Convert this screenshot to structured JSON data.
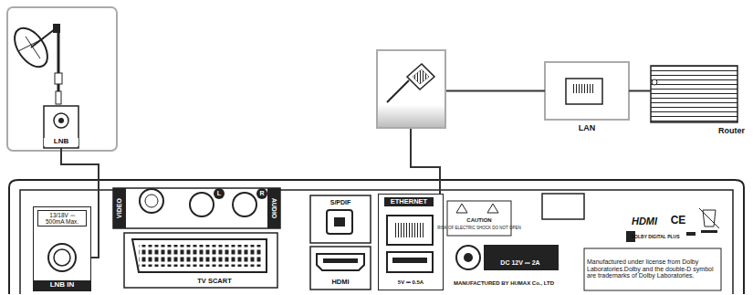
{
  "diagram": {
    "nodes": [
      {
        "text": [
          "LNB"
        ]
      },
      {
        "text": [
          "LAN"
        ]
      },
      {
        "text": [
          "Router"
        ]
      },
      {
        "text": [
          "13/18V ⎓ 500mA Max.",
          "LNB IN"
        ]
      },
      {
        "text": [
          "ETHERNET"
        ]
      }
    ],
    "edges": [
      {
        "from": 0,
        "to": 3,
        "arrow": "none"
      },
      {
        "from": 1,
        "to": 4,
        "arrow": "none"
      },
      {
        "from": 1,
        "to": 2,
        "arrow": "none"
      }
    ],
    "labels": [
      "VIDEO",
      "L",
      "R",
      "AUDIO",
      "TV SCART",
      "S/PDIF",
      "HDMI",
      "CAUTION",
      "RISK OF ELECTRIC SHOCK DO NOT OPEN",
      "5V ⎓ 0.5A",
      "DC 12V ⎓ 2A",
      "MANUFACTURED BY HUMAX Co., LTD",
      "HDMI",
      "CE",
      "DOLBY DIGITAL PLUS",
      "Manufactured under license from Dolby Laboratories.Dolby and the double-D symbol are trademarks of Dolby Laboratories."
    ]
  }
}
